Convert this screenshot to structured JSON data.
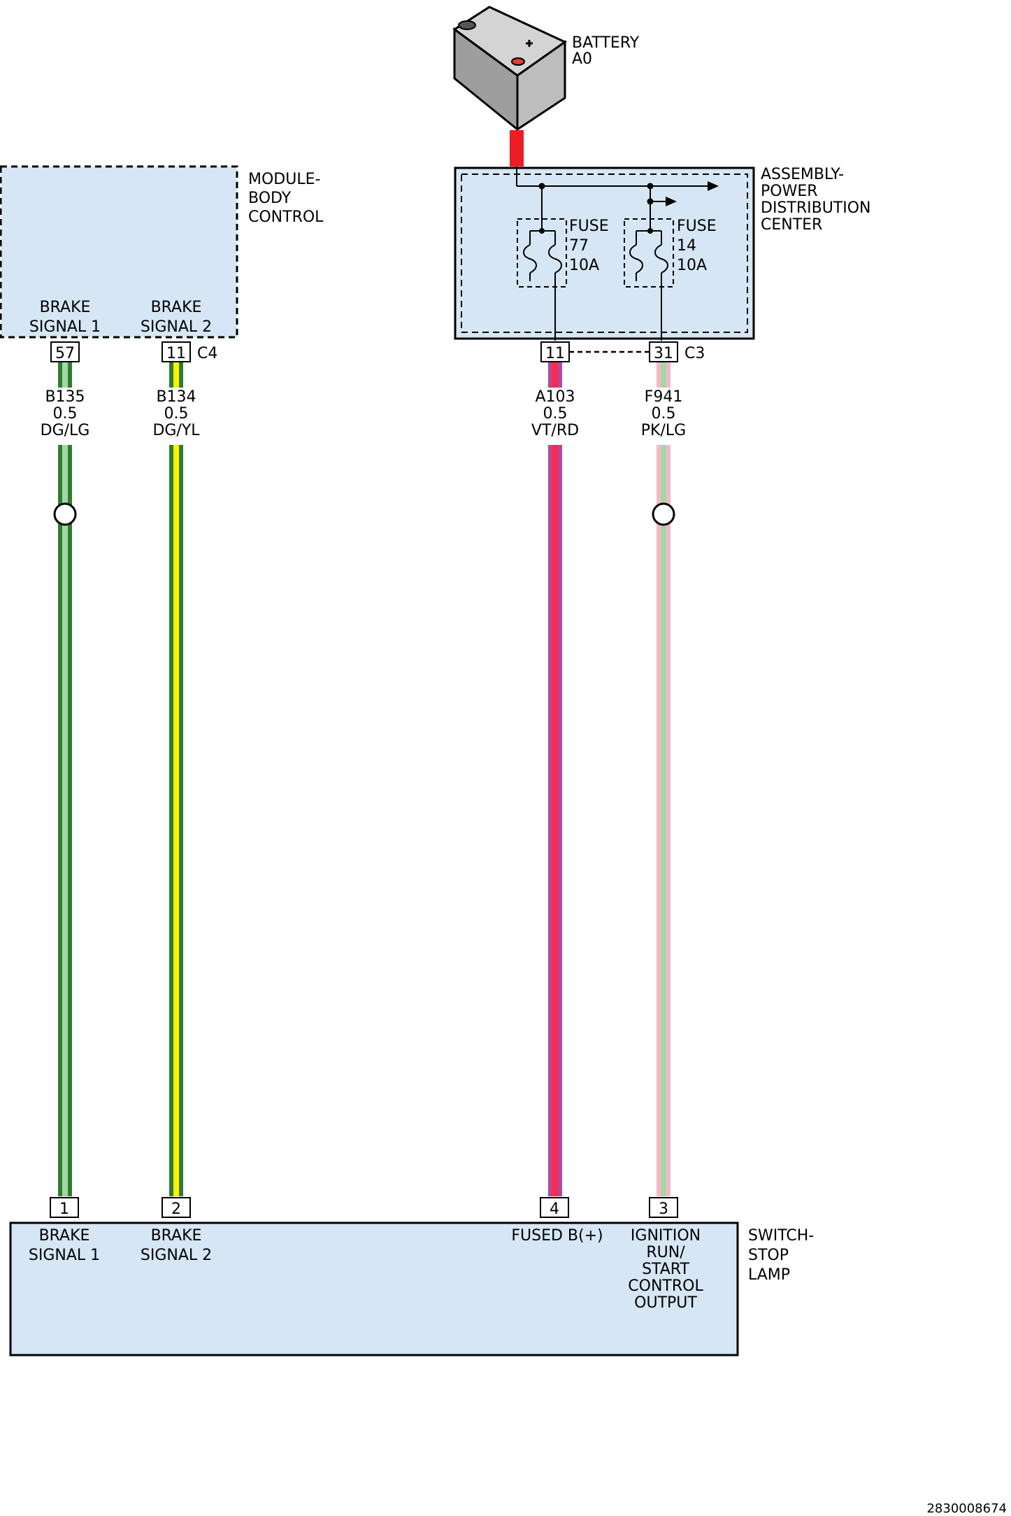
{
  "components": {
    "battery": {
      "name": "BATTERY",
      "ref": "A0"
    },
    "bcm": {
      "name_line1": "MODULE-",
      "name_line2": "BODY",
      "name_line3": "CONTROL",
      "pin_label_1": [
        "BRAKE",
        "SIGNAL 1"
      ],
      "pin_label_2": [
        "BRAKE",
        "SIGNAL 2"
      ]
    },
    "pdc": {
      "name_line1": "ASSEMBLY-",
      "name_line2": "POWER",
      "name_line3": "DISTRIBUTION",
      "name_line4": "CENTER"
    },
    "switch": {
      "name_line1": "SWITCH-",
      "name_line2": "STOP",
      "name_line3": "LAMP",
      "pin_label_1": [
        "BRAKE",
        "SIGNAL 1"
      ],
      "pin_label_2": [
        "BRAKE",
        "SIGNAL 2"
      ],
      "pin_label_4": "FUSED B(+)",
      "pin_label_3": [
        "IGNITION",
        "RUN/",
        "START",
        "CONTROL",
        "OUTPUT"
      ]
    }
  },
  "fuses": [
    {
      "label": "FUSE",
      "number": "77",
      "rating": "10A"
    },
    {
      "label": "FUSE",
      "number": "14",
      "rating": "10A"
    }
  ],
  "connectors": {
    "bcm": "C4",
    "pdc": "C3"
  },
  "pins": {
    "bcm_1": "57",
    "bcm_2": "11",
    "pdc_1": "11",
    "pdc_2": "31",
    "sw_1": "1",
    "sw_2": "2",
    "sw_4": "4",
    "sw_3": "3"
  },
  "wires": [
    {
      "circuit": "B135",
      "gauge": "0.5",
      "color": "DG/LG",
      "base": "#2e7d32",
      "stripe": "#a5d6a7"
    },
    {
      "circuit": "B134",
      "gauge": "0.5",
      "color": "DG/YL",
      "base": "#2e7d32",
      "stripe": "#fff200"
    },
    {
      "circuit": "A103",
      "gauge": "0.5",
      "color": "VT/RD",
      "base": "#b04a9c",
      "stripe": "#ff2a4a"
    },
    {
      "circuit": "F941",
      "gauge": "0.5",
      "color": "PK/LG",
      "base": "#f7b6c8",
      "stripe": "#a5d6a7"
    }
  ],
  "figure_id": "2830008674"
}
